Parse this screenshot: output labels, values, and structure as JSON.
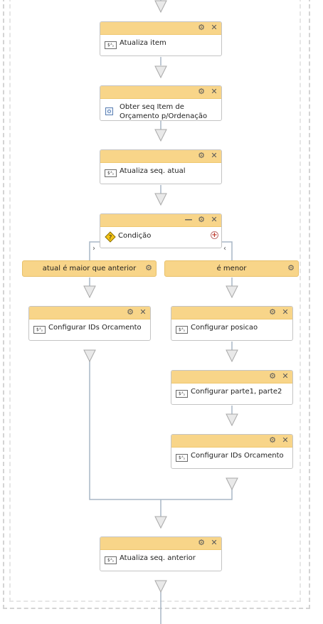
{
  "activities": [
    {
      "id": "a1",
      "title": "Atualiza item",
      "icon": "assign-icon"
    },
    {
      "id": "a2",
      "title": "Obter seq Item de Orçamento p/Ordenação",
      "icon": "invoke-icon"
    },
    {
      "id": "a3",
      "title": "Atualiza seq. atual",
      "icon": "assign-icon"
    },
    {
      "id": "a4",
      "title": "Configurar IDs Orcamento",
      "icon": "assign-icon"
    },
    {
      "id": "a5",
      "title": "Configurar posicao",
      "icon": "assign-icon"
    },
    {
      "id": "a6",
      "title": "Configurar parte1, parte2",
      "icon": "assign-icon"
    },
    {
      "id": "a7",
      "title": "Configurar IDs Orcamento",
      "icon": "assign-icon"
    },
    {
      "id": "a8",
      "title": "Atualiza seq. anterior",
      "icon": "assign-icon"
    }
  ],
  "condition": {
    "title": "Condição",
    "icon": "condition-icon"
  },
  "branches": {
    "left": "atual é maior que anterior",
    "right": "é menor"
  },
  "controls": {
    "gear": "⚙",
    "close": "✕",
    "collapse": "—",
    "add": "+",
    "assign_glyph": "$ᴬᵦ",
    "chevron_left": "‹",
    "chevron_right": "›"
  },
  "colors": {
    "header": "#f8d589",
    "connector": "#a9b7c6",
    "arrow": "#d9d9d9"
  }
}
